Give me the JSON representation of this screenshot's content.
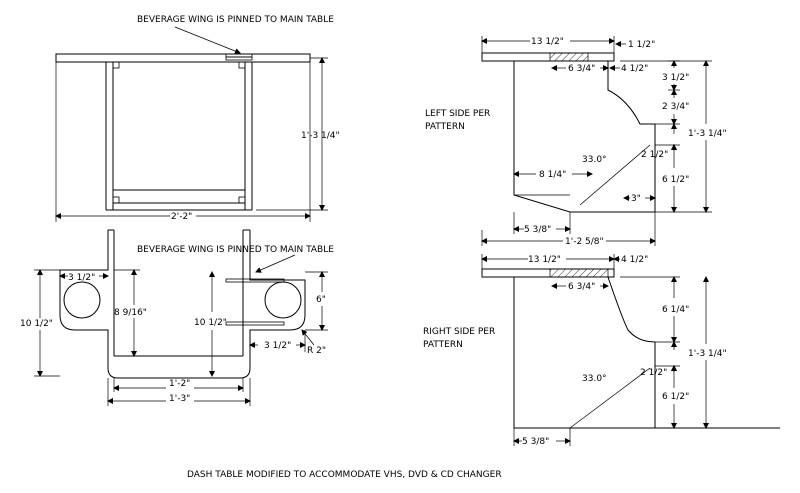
{
  "caption": "DASH TABLE MODIFIED TO ACCOMMODATE VHS, DVD & CD CHANGER",
  "top_view": {
    "note": "BEVERAGE WING IS PINNED TO MAIN TABLE",
    "height_dim": "1'-3 1/4\"",
    "width_dim": "2'-2\""
  },
  "plan_view": {
    "note": "BEVERAGE WING IS PINNED TO MAIN TABLE",
    "dims": {
      "wing_depth": "10 1/2\"",
      "hole_offset": "3 1/2\"",
      "inner_depth": "8 9/16\"",
      "center_depth": "10 1/2\"",
      "right_height": "6\"",
      "right_offset": "3 1/2\"",
      "radius": "R 2\"",
      "inner_width": "1'-2\"",
      "outer_width": "1'-3\""
    }
  },
  "left_side": {
    "label_line1": "LEFT SIDE PER",
    "label_line2": "PATTERN",
    "dims": {
      "top_length": "13 1/2\"",
      "top_thick": "1 1/2\"",
      "hatch_len": "6 3/4\"",
      "step": "4 1/2\"",
      "v1": "3 1/2\"",
      "v2": "2 3/4\"",
      "v3": "2 1/2\"",
      "v4": "6 1/2\"",
      "total_height": "1'-3 1/4\"",
      "angle": "33.0°",
      "base_len": "8 1/4\"",
      "base_small": "3\"",
      "lower_a": "5 3/8\"",
      "lower_b": "1'-2 5/8\""
    }
  },
  "right_side": {
    "label_line1": "RIGHT SIDE PER",
    "label_line2": "PATTERN",
    "dims": {
      "top_length": "13 1/2\"",
      "step": "4 1/2\"",
      "hatch_len": "6 3/4\"",
      "v1": "6 1/4\"",
      "v2": "2 1/2\"",
      "v3": "6 1/2\"",
      "total_height": "1'-3 1/4\"",
      "angle": "33.0°",
      "base_len": "5 3/8\""
    }
  }
}
